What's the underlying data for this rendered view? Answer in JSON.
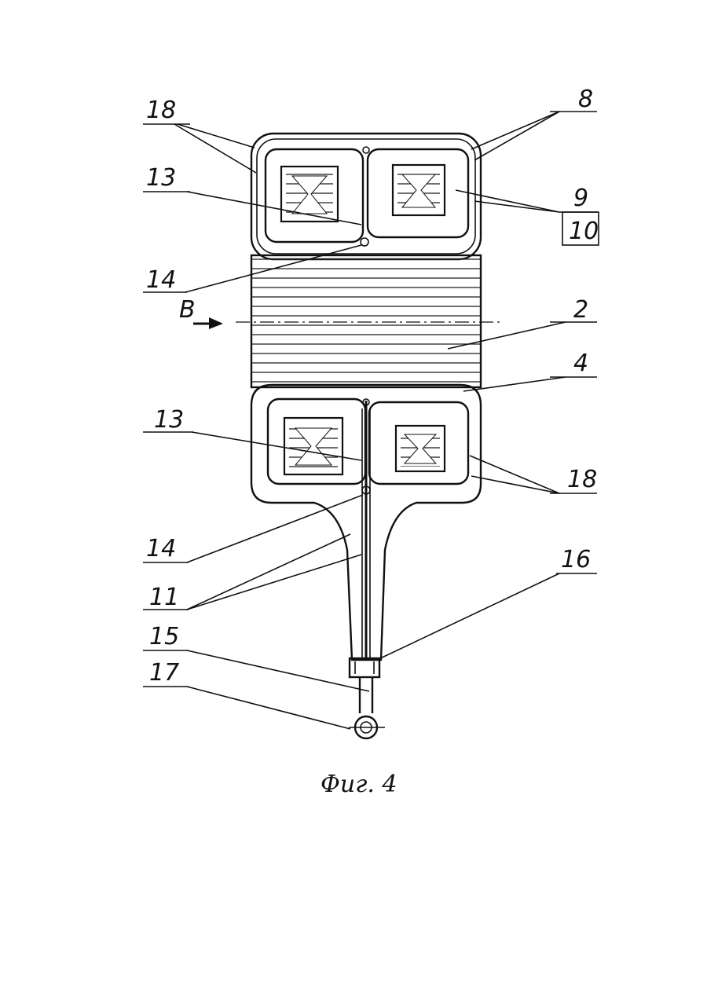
{
  "labels": {
    "l18_top": "18",
    "l8": "8",
    "l13_top": "13",
    "l9": "9",
    "l10": "10",
    "l14_top": "14",
    "lB": "B",
    "l2": "2",
    "l4": "4",
    "l13_bottom": "13",
    "l18_bottom": "18",
    "l14_bottom": "14",
    "l16": "16",
    "l11": "11",
    "l15": "15",
    "l17": "17"
  },
  "caption": "Фиг. 4"
}
